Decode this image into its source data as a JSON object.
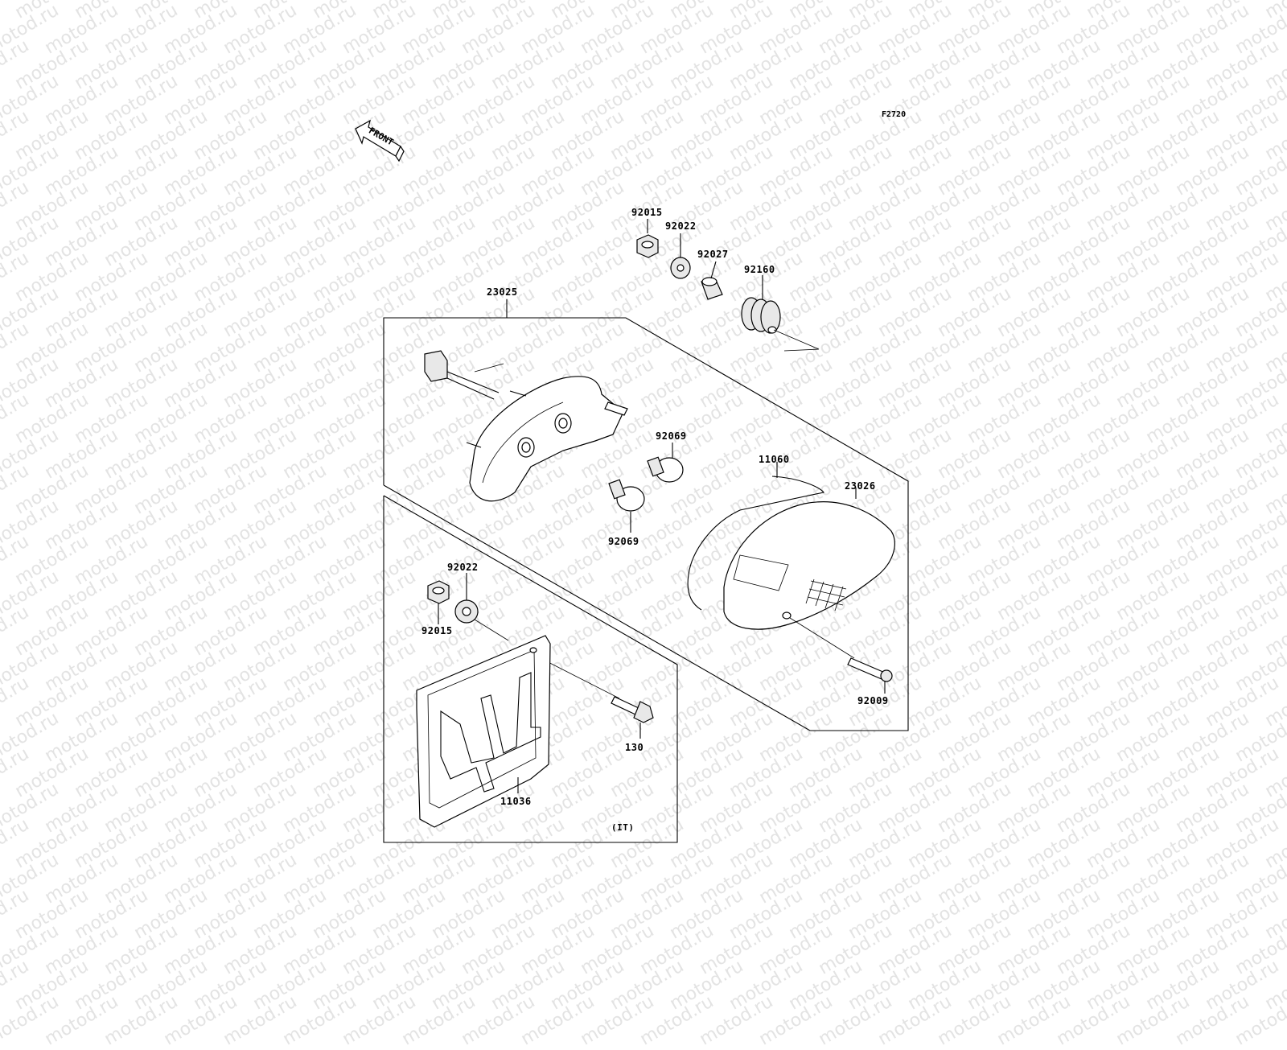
{
  "watermark_text": "motod.ru",
  "figure_code": "F2720",
  "front_label": "FRONT",
  "region_note": "(IT)",
  "parts": {
    "housing": "23025",
    "nut_top": "92015",
    "washer_top": "92022",
    "collar": "92027",
    "grommet": "92160",
    "bulb_upper": "92069",
    "bulb_lower": "92069",
    "gasket": "11060",
    "lens": "23026",
    "screw_lens": "92009",
    "washer_plate": "92022",
    "nut_plate": "92015",
    "bolt_plate": "130",
    "license_plate_bracket": "11036"
  }
}
